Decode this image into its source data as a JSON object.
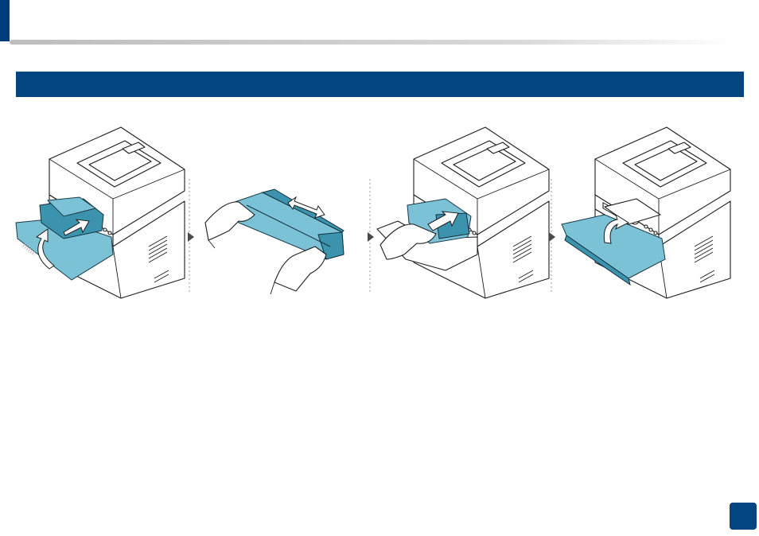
{
  "header": {
    "accent_color": "#003c7d"
  },
  "section": {
    "bar_color": "#034580"
  },
  "steps": [
    {
      "icon": "open-front-cover-remove-toner"
    },
    {
      "icon": "shake-toner-cartridge"
    },
    {
      "icon": "insert-toner-cartridge"
    },
    {
      "icon": "close-front-cover"
    }
  ],
  "page": {
    "badge_color": "#034580"
  }
}
